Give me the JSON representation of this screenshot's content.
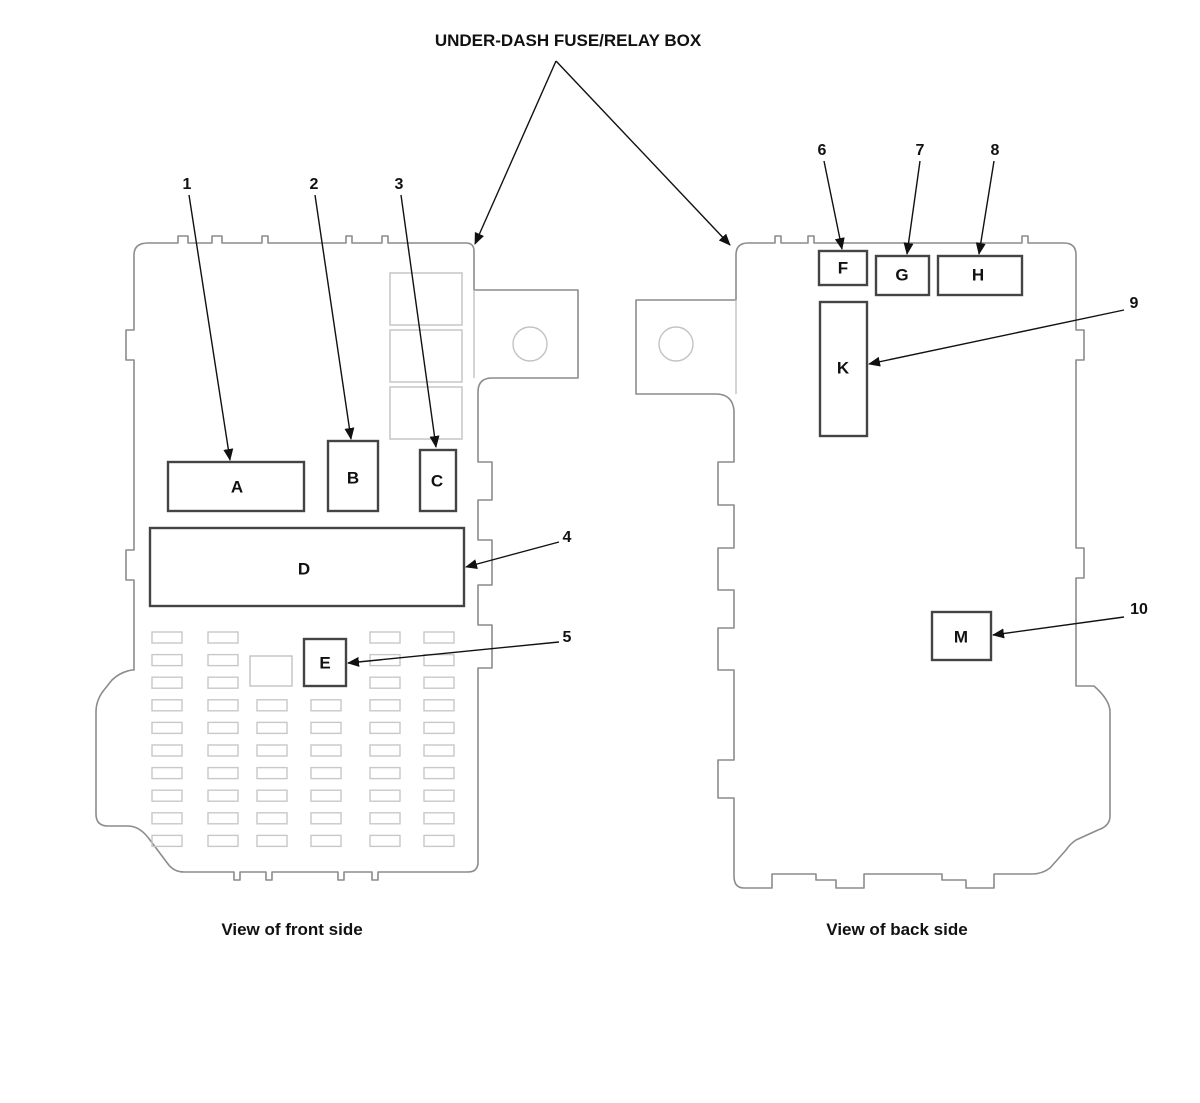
{
  "title": "UNDER-DASH FUSE/RELAY BOX",
  "captions": {
    "front": "View of front side",
    "back": "View of back side"
  },
  "components": {
    "A": "A",
    "B": "B",
    "C": "C",
    "D": "D",
    "E": "E",
    "F": "F",
    "G": "G",
    "H": "H",
    "K": "K",
    "M": "M"
  },
  "callouts": [
    "1",
    "2",
    "3",
    "4",
    "5",
    "6",
    "7",
    "8",
    "9",
    "10"
  ]
}
